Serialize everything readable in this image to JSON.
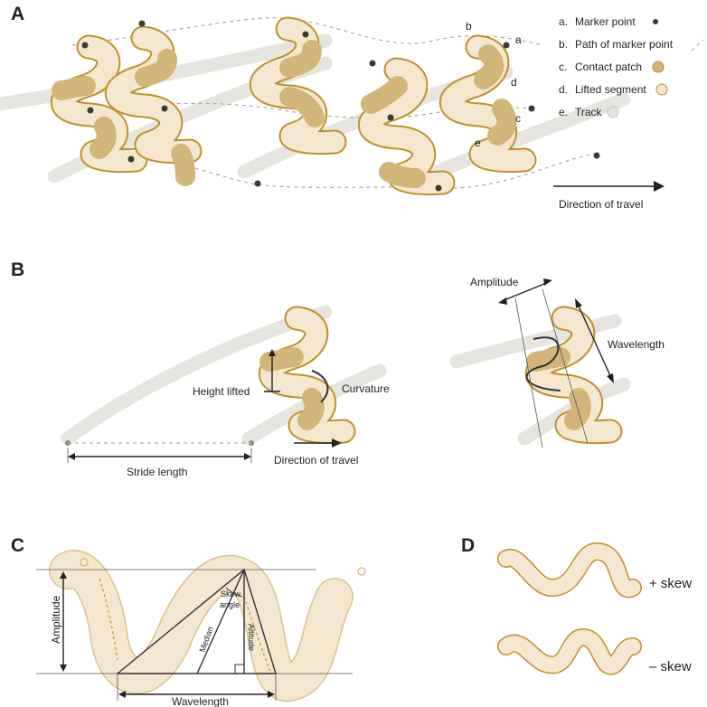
{
  "panels": {
    "a": "A",
    "b": "B",
    "c": "C",
    "d": "D"
  },
  "legend": {
    "items": [
      {
        "key": "a.",
        "label": "Marker point"
      },
      {
        "key": "b.",
        "label": "Path of marker point"
      },
      {
        "key": "c.",
        "label": "Contact patch"
      },
      {
        "key": "d.",
        "label": "Lifted segment"
      },
      {
        "key": "e.",
        "label": "Track"
      }
    ]
  },
  "panel_a": {
    "callouts": {
      "a": "a",
      "b": "b",
      "c": "c",
      "d": "d",
      "e": "e"
    },
    "direction": "Direction of travel"
  },
  "panel_b": {
    "height_lifted": "Height lifted",
    "curvature": "Curvature",
    "stride_length": "Stride length",
    "direction": "Direction of travel",
    "amplitude": "Amplitude",
    "wavelength": "Wavelength"
  },
  "panel_c": {
    "amplitude": "Amplitude",
    "wavelength": "Wavelength",
    "median": "Median",
    "altitude": "Altitude",
    "skew_angle_1": "Skew",
    "skew_angle_2": "angle"
  },
  "panel_d": {
    "positive": "+ skew",
    "negative": "– skew"
  },
  "colors": {
    "outline": "#c0902a",
    "lifted": "#f5e7cf",
    "contact": "#d2b578",
    "track": "#e6e4de",
    "marker": "#3a3a2e"
  }
}
